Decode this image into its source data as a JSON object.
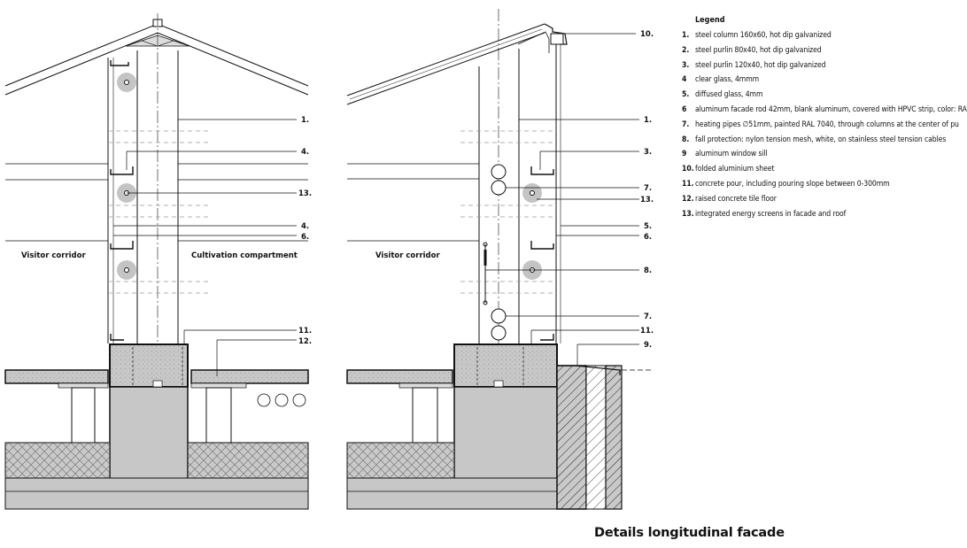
{
  "title": "Details longitudinal facade",
  "legend": {
    "title": "Legend",
    "items": [
      {
        "num": "1.",
        "text": "steel column 160x60, hot dip galvanized"
      },
      {
        "num": "2.",
        "text": "steel purlin 80x40, hot dip galvanized"
      },
      {
        "num": "3.",
        "text": "steel purlin 120x40, hot dip galvanized"
      },
      {
        "num": "4",
        "text": "clear glass, 4mmm"
      },
      {
        "num": "5.",
        "text": "diffused glass, 4mm"
      },
      {
        "num": "6",
        "text": "aluminum facade rod 42mm, blank aluminum, covered with HPVC strip, color: RA"
      },
      {
        "num": "7.",
        "text": "heating pipes  ∅51mm, painted RAL 7040, through columns at the center of pu"
      },
      {
        "num": "8.",
        "text": "fall protection: nylon tension mesh, white, on stainless steel tension cables"
      },
      {
        "num": "9",
        "text": "aluminum window sill"
      },
      {
        "num": "10.",
        "text": "folded aluminium sheet"
      },
      {
        "num": "11.",
        "text": "concrete pour, including pouring slope between 0-300mm"
      },
      {
        "num": "12.",
        "text": "raised concrete tile floor"
      },
      {
        "num": "13.",
        "text": "integrated energy screens in facade and roof"
      }
    ]
  },
  "left_detail": {
    "visitor_label": "Visitor corridor",
    "cultivation_label": "Cultivation compartment",
    "callouts": [
      "1.",
      "4.",
      "13.",
      "4.",
      "6.",
      "11.",
      "12."
    ]
  },
  "right_detail": {
    "visitor_label": "Visitor corridor",
    "callouts": [
      "10.",
      "1.",
      "3.",
      "7.",
      "13.",
      "5.",
      "6.",
      "8.",
      "7.",
      "11.",
      "9."
    ]
  }
}
